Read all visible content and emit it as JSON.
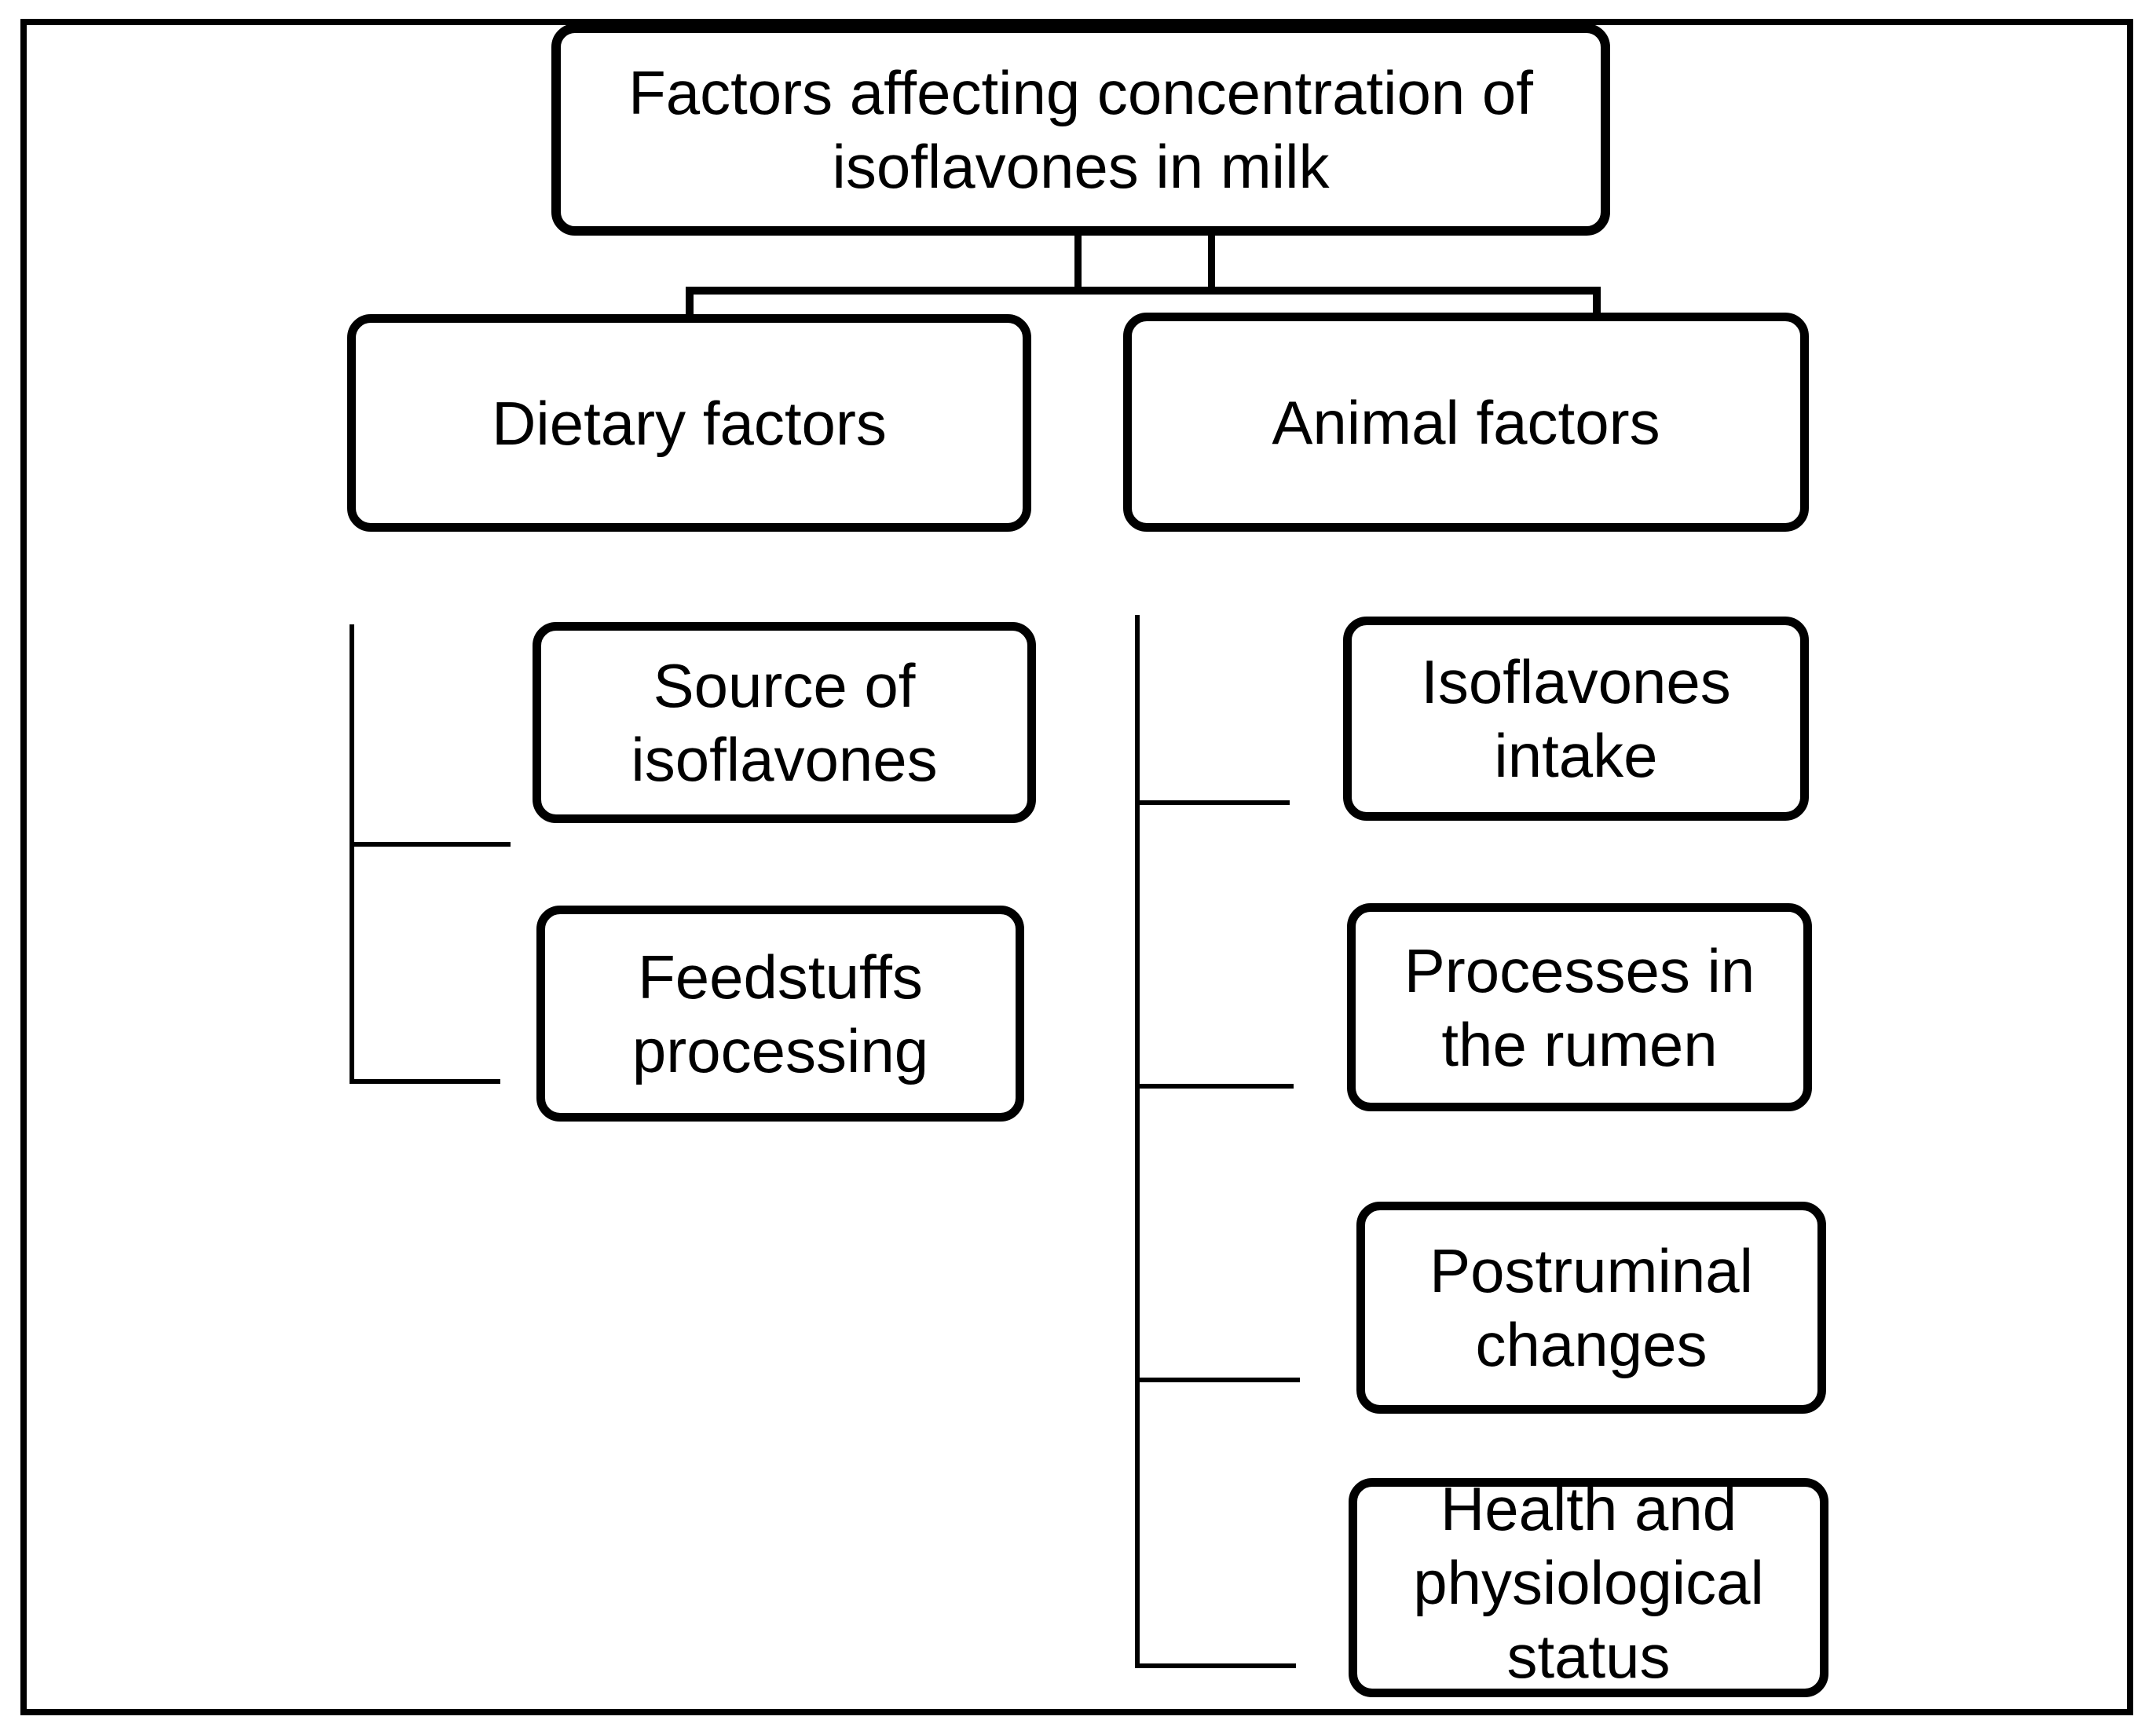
{
  "diagram": {
    "title": "Factors affecting concentration of isoflavones in milk",
    "nodes": {
      "root": "Factors affecting concentration of isoflavones in milk",
      "dietary": "Dietary factors",
      "animal": "Animal factors",
      "source": "Source of isoflavones",
      "feedstuffs": "Feedstuffs processing",
      "intake": "Isoflavones intake",
      "rumen": "Processes in the rumen",
      "postruminal": "Postruminal changes",
      "health": "Health and physiological status"
    },
    "hierarchy": [
      {
        "label": "Dietary factors",
        "children": [
          "Source of isoflavones",
          "Feedstuffs processing"
        ]
      },
      {
        "label": "Animal factors",
        "children": [
          "Isoflavones intake",
          "Processes in the rumen",
          "Postruminal changes",
          "Health and physiological status"
        ]
      }
    ],
    "colors": {
      "ink": "#000000",
      "background": "#ffffff"
    }
  }
}
